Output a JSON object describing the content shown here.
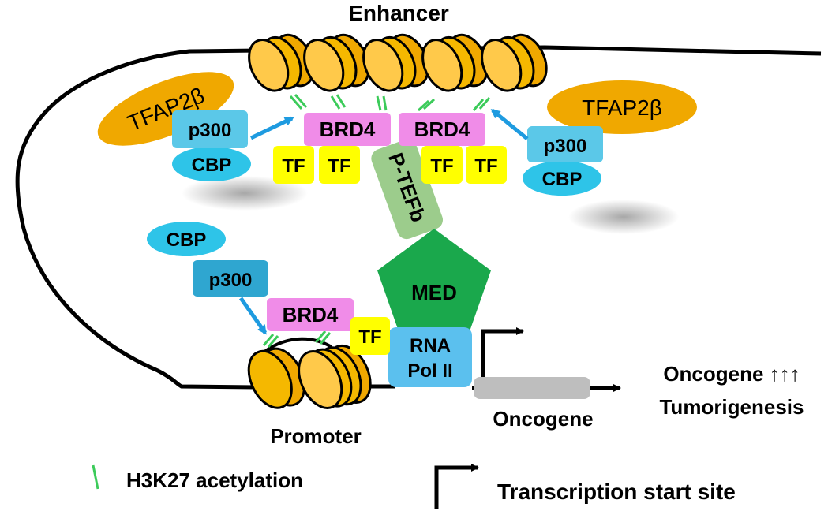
{
  "labels": {
    "enhancer": "Enhancer",
    "promoter": "Promoter",
    "oncogene": "Oncogene",
    "oncogene_up": "Oncogene ↑↑↑",
    "tumorigenesis": "Tumorigenesis",
    "pteFb": "P-TEFb",
    "med": "MED",
    "rna": "RNA",
    "pol2": "Pol II"
  },
  "factors": {
    "tfap2b": "TFAP2β",
    "p300": "p300",
    "cbp": "CBP",
    "brd4": "BRD4",
    "tf": "TF"
  },
  "legend": {
    "acetylation": "H3K27 acetylation",
    "tss": "Transcription start site"
  },
  "colors": {
    "nucleosome": "#F5B800",
    "tfap2b": "#F0A800",
    "p300": "#5BC8E8",
    "cbp": "#2EC4E8",
    "brd4": "#F08CE8",
    "tf": "#FFFF00",
    "pteFb": "#9CCC8C",
    "med": "#1AA84C",
    "rnapol": "#5BC0EE",
    "oncogene_bar": "#BEBEBE",
    "acetyl_mark": "#3CCB5A",
    "arrow_blue": "#1E9BE0"
  }
}
